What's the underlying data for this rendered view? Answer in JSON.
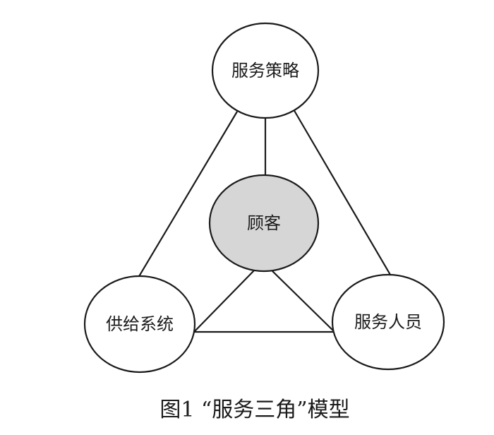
{
  "diagram": {
    "nodes": {
      "strategy": {
        "label": "服务策略"
      },
      "customer": {
        "label": "顾客"
      },
      "system": {
        "label": "供给系统"
      },
      "staff": {
        "label": "服务人员"
      }
    },
    "caption": "图1 “服务三角”模型"
  },
  "colors": {
    "stroke": "#1a1a1a",
    "node_fill": "#ffffff",
    "customer_fill": "#d6d6d6"
  }
}
